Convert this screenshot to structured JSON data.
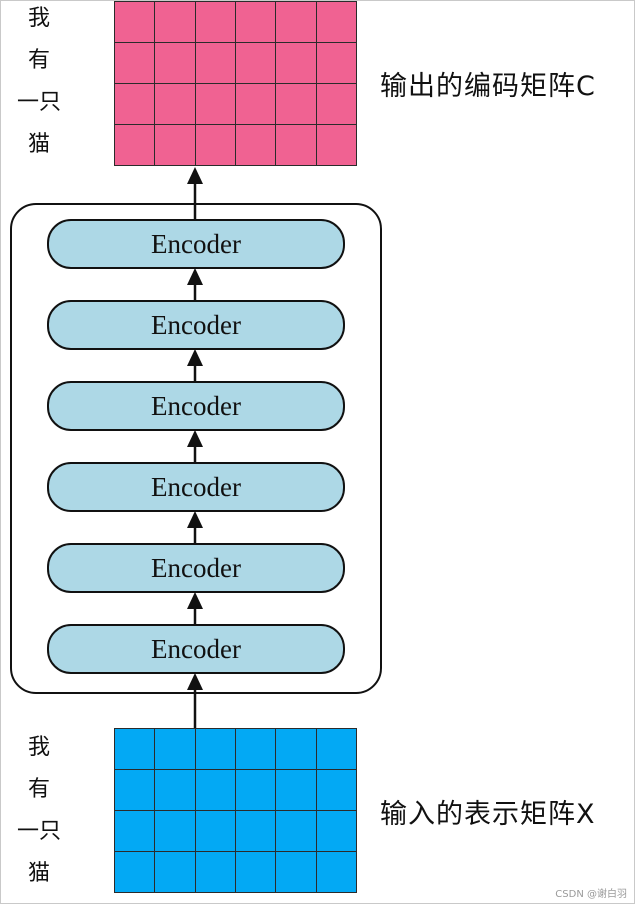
{
  "top_words": [
    "我",
    "有",
    "一只",
    "猫"
  ],
  "bottom_words": [
    "我",
    "有",
    "一只",
    "猫"
  ],
  "output_matrix": {
    "label": "输出的编码矩阵C",
    "rows": 4,
    "cols": 6,
    "color": "#f06292"
  },
  "input_matrix": {
    "label": "输入的表示矩阵X",
    "rows": 4,
    "cols": 6,
    "color": "#03a9f4"
  },
  "encoders": [
    "Encoder",
    "Encoder",
    "Encoder",
    "Encoder",
    "Encoder",
    "Encoder"
  ],
  "watermark": "CSDN @谢白羽"
}
